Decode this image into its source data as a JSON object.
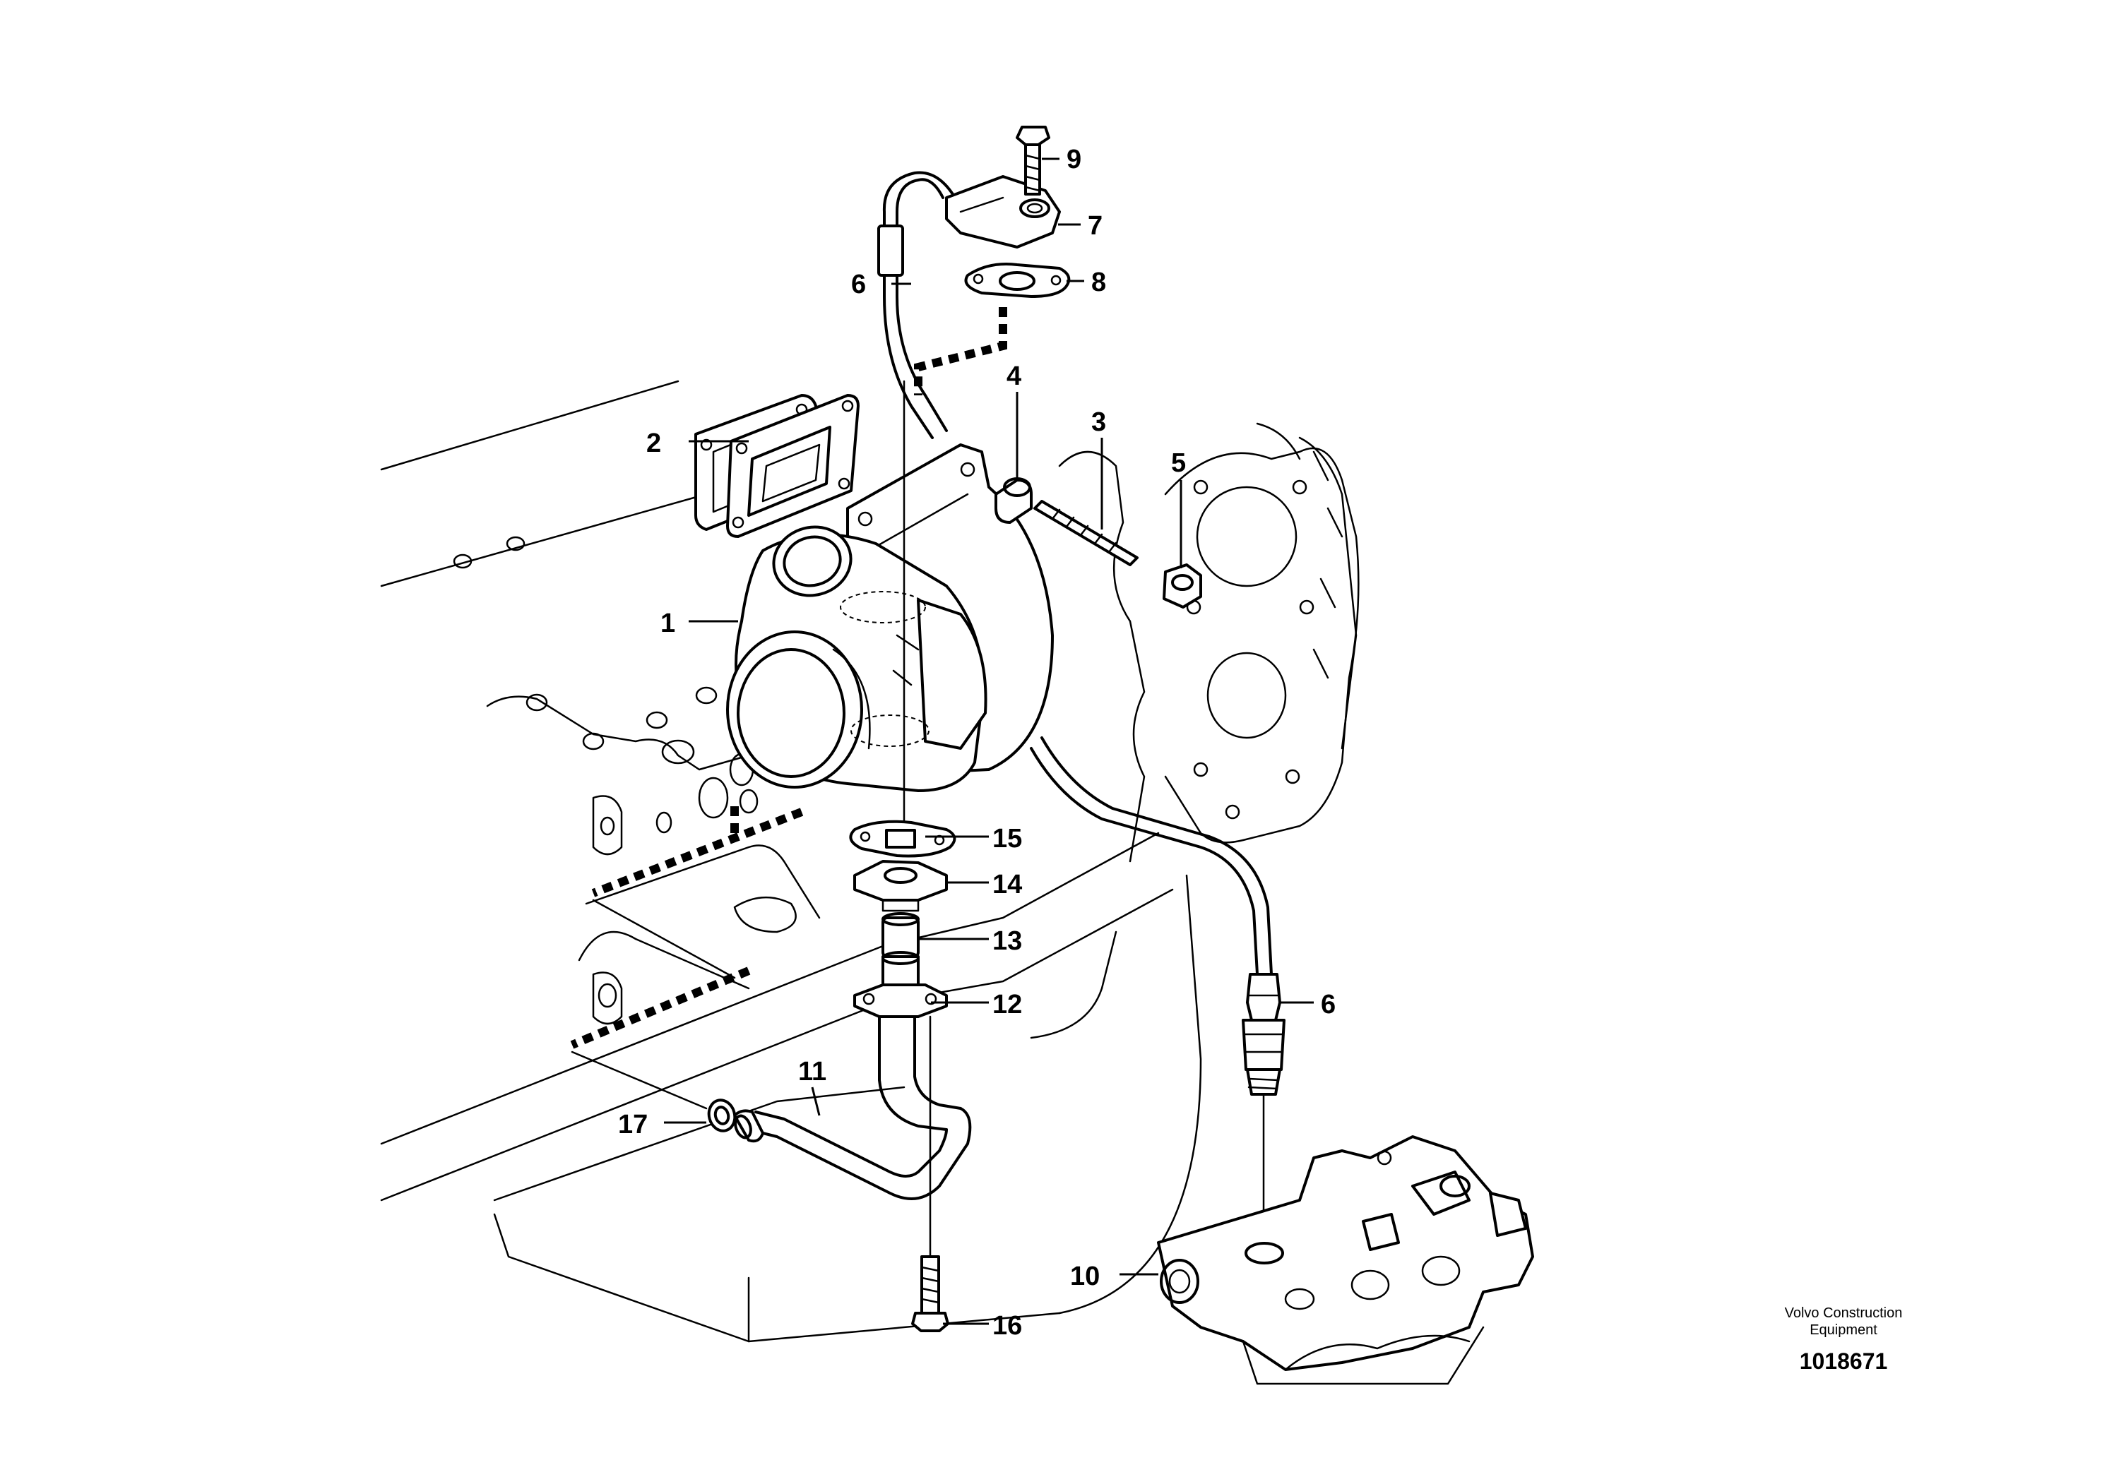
{
  "labels": {
    "p1": "1",
    "p2": "2",
    "p3": "3",
    "p4": "4",
    "p5": "5",
    "p6a": "6",
    "p6b": "6",
    "p7": "7",
    "p8": "8",
    "p9": "9",
    "p10": "10",
    "p11": "11",
    "p12": "12",
    "p13": "13",
    "p14": "14",
    "p15": "15",
    "p16": "16",
    "p17": "17"
  },
  "caption": {
    "company_line1": "Volvo Construction",
    "company_line2": "Equipment",
    "drawing_number": "1018671"
  }
}
